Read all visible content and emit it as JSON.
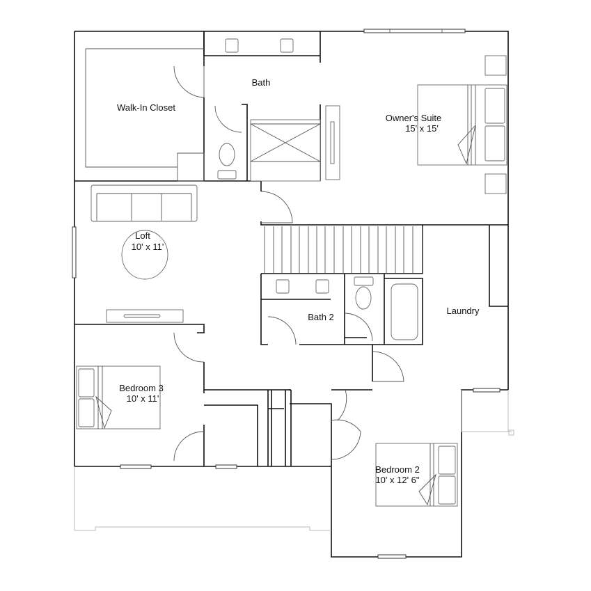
{
  "rooms": {
    "walk_in_closet": {
      "name": "Walk-In Closet"
    },
    "bath": {
      "name": "Bath"
    },
    "owners_suite": {
      "name": "Owner's Suite",
      "size": "15' x 15'"
    },
    "loft": {
      "name": "Loft",
      "size": "10' x 11'"
    },
    "bath_2": {
      "name": "Bath 2"
    },
    "laundry": {
      "name": "Laundry"
    },
    "bedroom_3": {
      "name": "Bedroom 3",
      "size": "10' x 11'"
    },
    "bedroom_2": {
      "name": "Bedroom 2",
      "size": "10' x 12' 6\""
    }
  }
}
